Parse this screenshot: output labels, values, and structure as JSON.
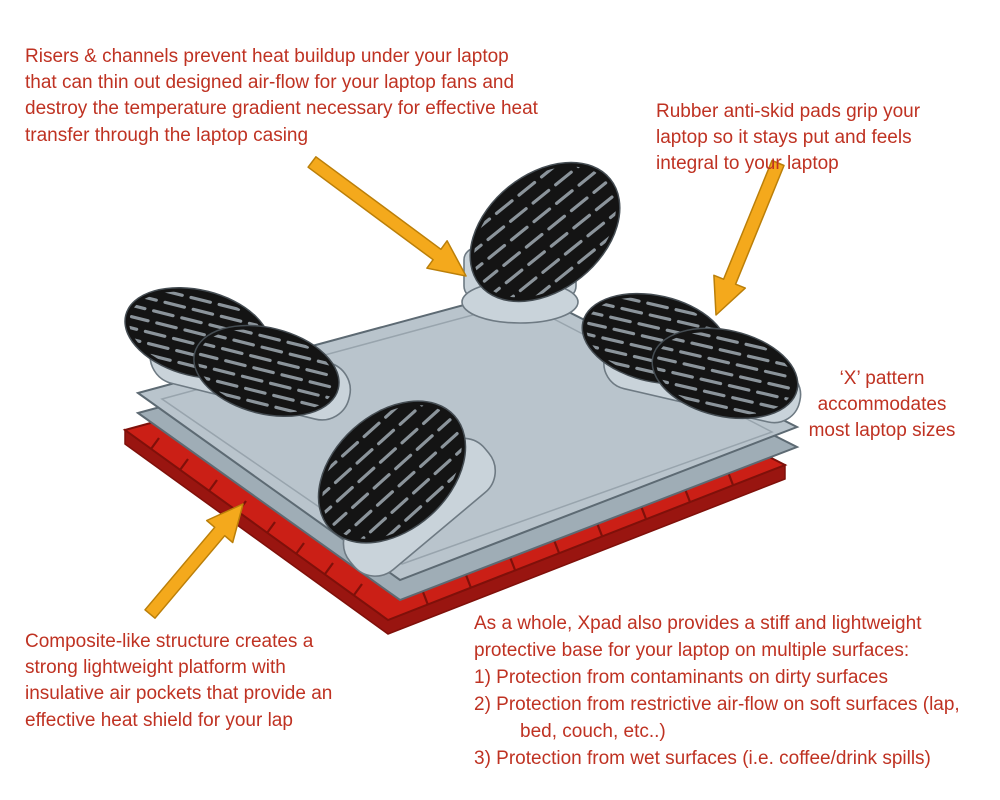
{
  "colors": {
    "background": "#ffffff",
    "annotation-text": "#bf3222",
    "arrow-fill": "#f4a91c",
    "arrow-edge": "#bb7f09",
    "platform-fill": "#b9c4cc",
    "platform-under": "#9fadb6",
    "platform-edge": "#5d6a73",
    "base-fill": "#cb1f16",
    "base-side": "#991510",
    "base-edge": "#7f100a",
    "pad-fill": "#141414",
    "pad-slot": "#8b949b",
    "pad-edge": "#454d53",
    "pedestal-fill": "#c9d3da",
    "pedestal-edge": "#6e7a83"
  },
  "annotations": {
    "risers": "Risers & channels prevent heat buildup under your laptop that can thin out designed air-flow for your laptop fans and destroy the temperature gradient necessary for effective heat transfer through the laptop casing",
    "rubber_pads": "Rubber anti-skid pads grip your laptop so it stays put and feels integral to your laptop",
    "x_pattern": "‘X’ pattern accommodates most laptop sizes",
    "composite": "Composite-like structure creates a strong lightweight platform with insulative air pockets that provide an effective heat shield for your lap",
    "base_benefits": {
      "intro": "As a whole, Xpad also provides a stiff and lightweight protective base for your laptop on multiple surfaces:",
      "items": [
        "1) Protection from contaminants on dirty surfaces",
        "2) Protection from restrictive air-flow on soft surfaces (lap, bed, couch, etc..)",
        "3) Protection from wet surfaces (i.e. coffee/drink spills)"
      ]
    }
  }
}
